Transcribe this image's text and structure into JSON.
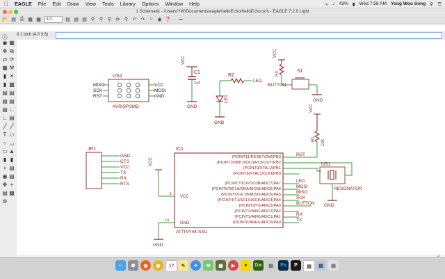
{
  "menubar": {
    "app_name": "EAGLE",
    "items": [
      "File",
      "Edit",
      "Draw",
      "View",
      "Tools",
      "Library",
      "Options",
      "Window",
      "Help"
    ],
    "battery": "43%",
    "clock": "Wed 7:58 AM",
    "user": "Yong Woo Song"
  },
  "window": {
    "title": "1 Schematic - /Users/YW/Documents/eagle/helloEcho/helloEcho.sch - EAGLE 7.2.0 Light"
  },
  "toolbar": {
    "sheet_select": "1/1"
  },
  "command": {
    "coordinates": "0.1 inch (4.0 3.6)",
    "input_value": ""
  },
  "schematic": {
    "labels": {
      "c1_vcc": "VCC",
      "c1_name": "C1",
      "c1_value": "1uf",
      "c1_gnd": "GND",
      "r2_name": "R2",
      "led_net": "LED",
      "led_part": "LED",
      "led_gnd": "GND",
      "r3_vcc": "VCC",
      "r3_name": "R3",
      "button_net": "BUTTON",
      "s1_name": "S1",
      "s1_gnd": "GND",
      "r1_vcc": "VCC",
      "r1_name": "R1",
      "r1_value": "10k",
      "rst_net": "RST",
      "us2_name": "US2",
      "us2_value": "AVRISPSMD",
      "us2_miso": "MISO",
      "us2_sck": "SCK",
      "us2_rst": "RST",
      "us2_vcc": "VCC",
      "us2_mosi": "MOSI",
      "us2_gnd": "GND",
      "jp1_name": "JP1",
      "jp1_gnd": "GND",
      "jp1_cts": "CTS",
      "jp1_vcc": "VCC",
      "jp1_tx": "TX",
      "jp1_rx": "RX",
      "jp1_rts": "RTS",
      "ic1_name": "IC1",
      "ic1_value": "ATTINY44-SSU",
      "ic1_vcc_pin": "VCC",
      "ic1_gnd_pin": "GND",
      "ic1_vcc_net": "VCC",
      "ic1_gnd_net": "GND",
      "ic1_pb": [
        "(PCINT11/RESET/DW)PB3",
        "(PCINT10/INT0/OC0A/CKOUT)PB2",
        "(PCINT9/XTAL2)PB1",
        "(PCINT8/XTAL1/CLKI)PB0"
      ],
      "ic1_pa": [
        "(PCINT7/ICP/OC0B/ADC7)PA7",
        "(PCINT6/OC1A/SDA/MOSI/ADC6)PA6",
        "(PCINT5/OC1B/MISO/ADC5)PA5",
        "(PCINT4/T1/SCL/USCK/ADC4)PA4",
        "(PCINT3/T0/ADC3)PA3",
        "(PCINT2/AIN1/ADC2)PA2",
        "(PCINT1/AIN0/ADC1)PA1",
        "(PCINT0/AREF/ADC0)PA0"
      ],
      "ic1_nets": [
        "RST",
        "",
        "",
        "",
        "LED",
        "MOSI",
        "MISO",
        "SCK",
        "BUTTON",
        "",
        "RX",
        "TX"
      ],
      "us1_name": "US1",
      "resonator": "RESONATOR",
      "resonator_gnd": "GND",
      "pin_1": "1",
      "pin_14": "14"
    }
  },
  "dock": {
    "apps": [
      "finder",
      "launchpad",
      "firefox",
      "chrome",
      "calendar",
      "notes",
      "safari",
      "messages",
      "dreamweaver",
      "kakaotalk",
      "photoshop",
      "eagle",
      "preview",
      "misc",
      "trash"
    ]
  }
}
